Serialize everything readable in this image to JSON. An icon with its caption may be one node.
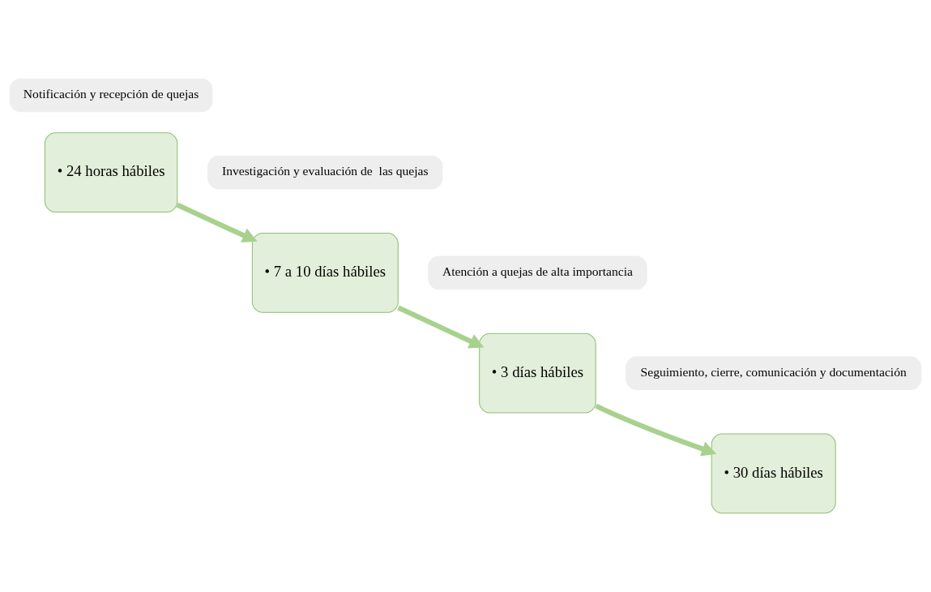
{
  "diagram": {
    "nodes": [
      {
        "text": [
          "Notificación y recepción de quejas"
        ]
      },
      {
        "text": [
          "• 24 horas hábiles"
        ]
      },
      {
        "text": [
          "Investigación y evaluación de  las quejas"
        ]
      },
      {
        "text": [
          "• 7 a 10 días hábiles"
        ]
      },
      {
        "text": [
          "Atención a quejas de alta importancia"
        ]
      },
      {
        "text": [
          "• 3 días hábiles"
        ]
      },
      {
        "text": [
          "Seguimiento, cierre, comunicación y documentación"
        ]
      },
      {
        "text": [
          "• 30 días hábiles"
        ]
      }
    ],
    "edges": [
      {
        "from": 1,
        "to": 3,
        "arrow": "to"
      },
      {
        "from": 3,
        "to": 5,
        "arrow": "to"
      },
      {
        "from": 5,
        "to": 7,
        "arrow": "to"
      }
    ]
  }
}
